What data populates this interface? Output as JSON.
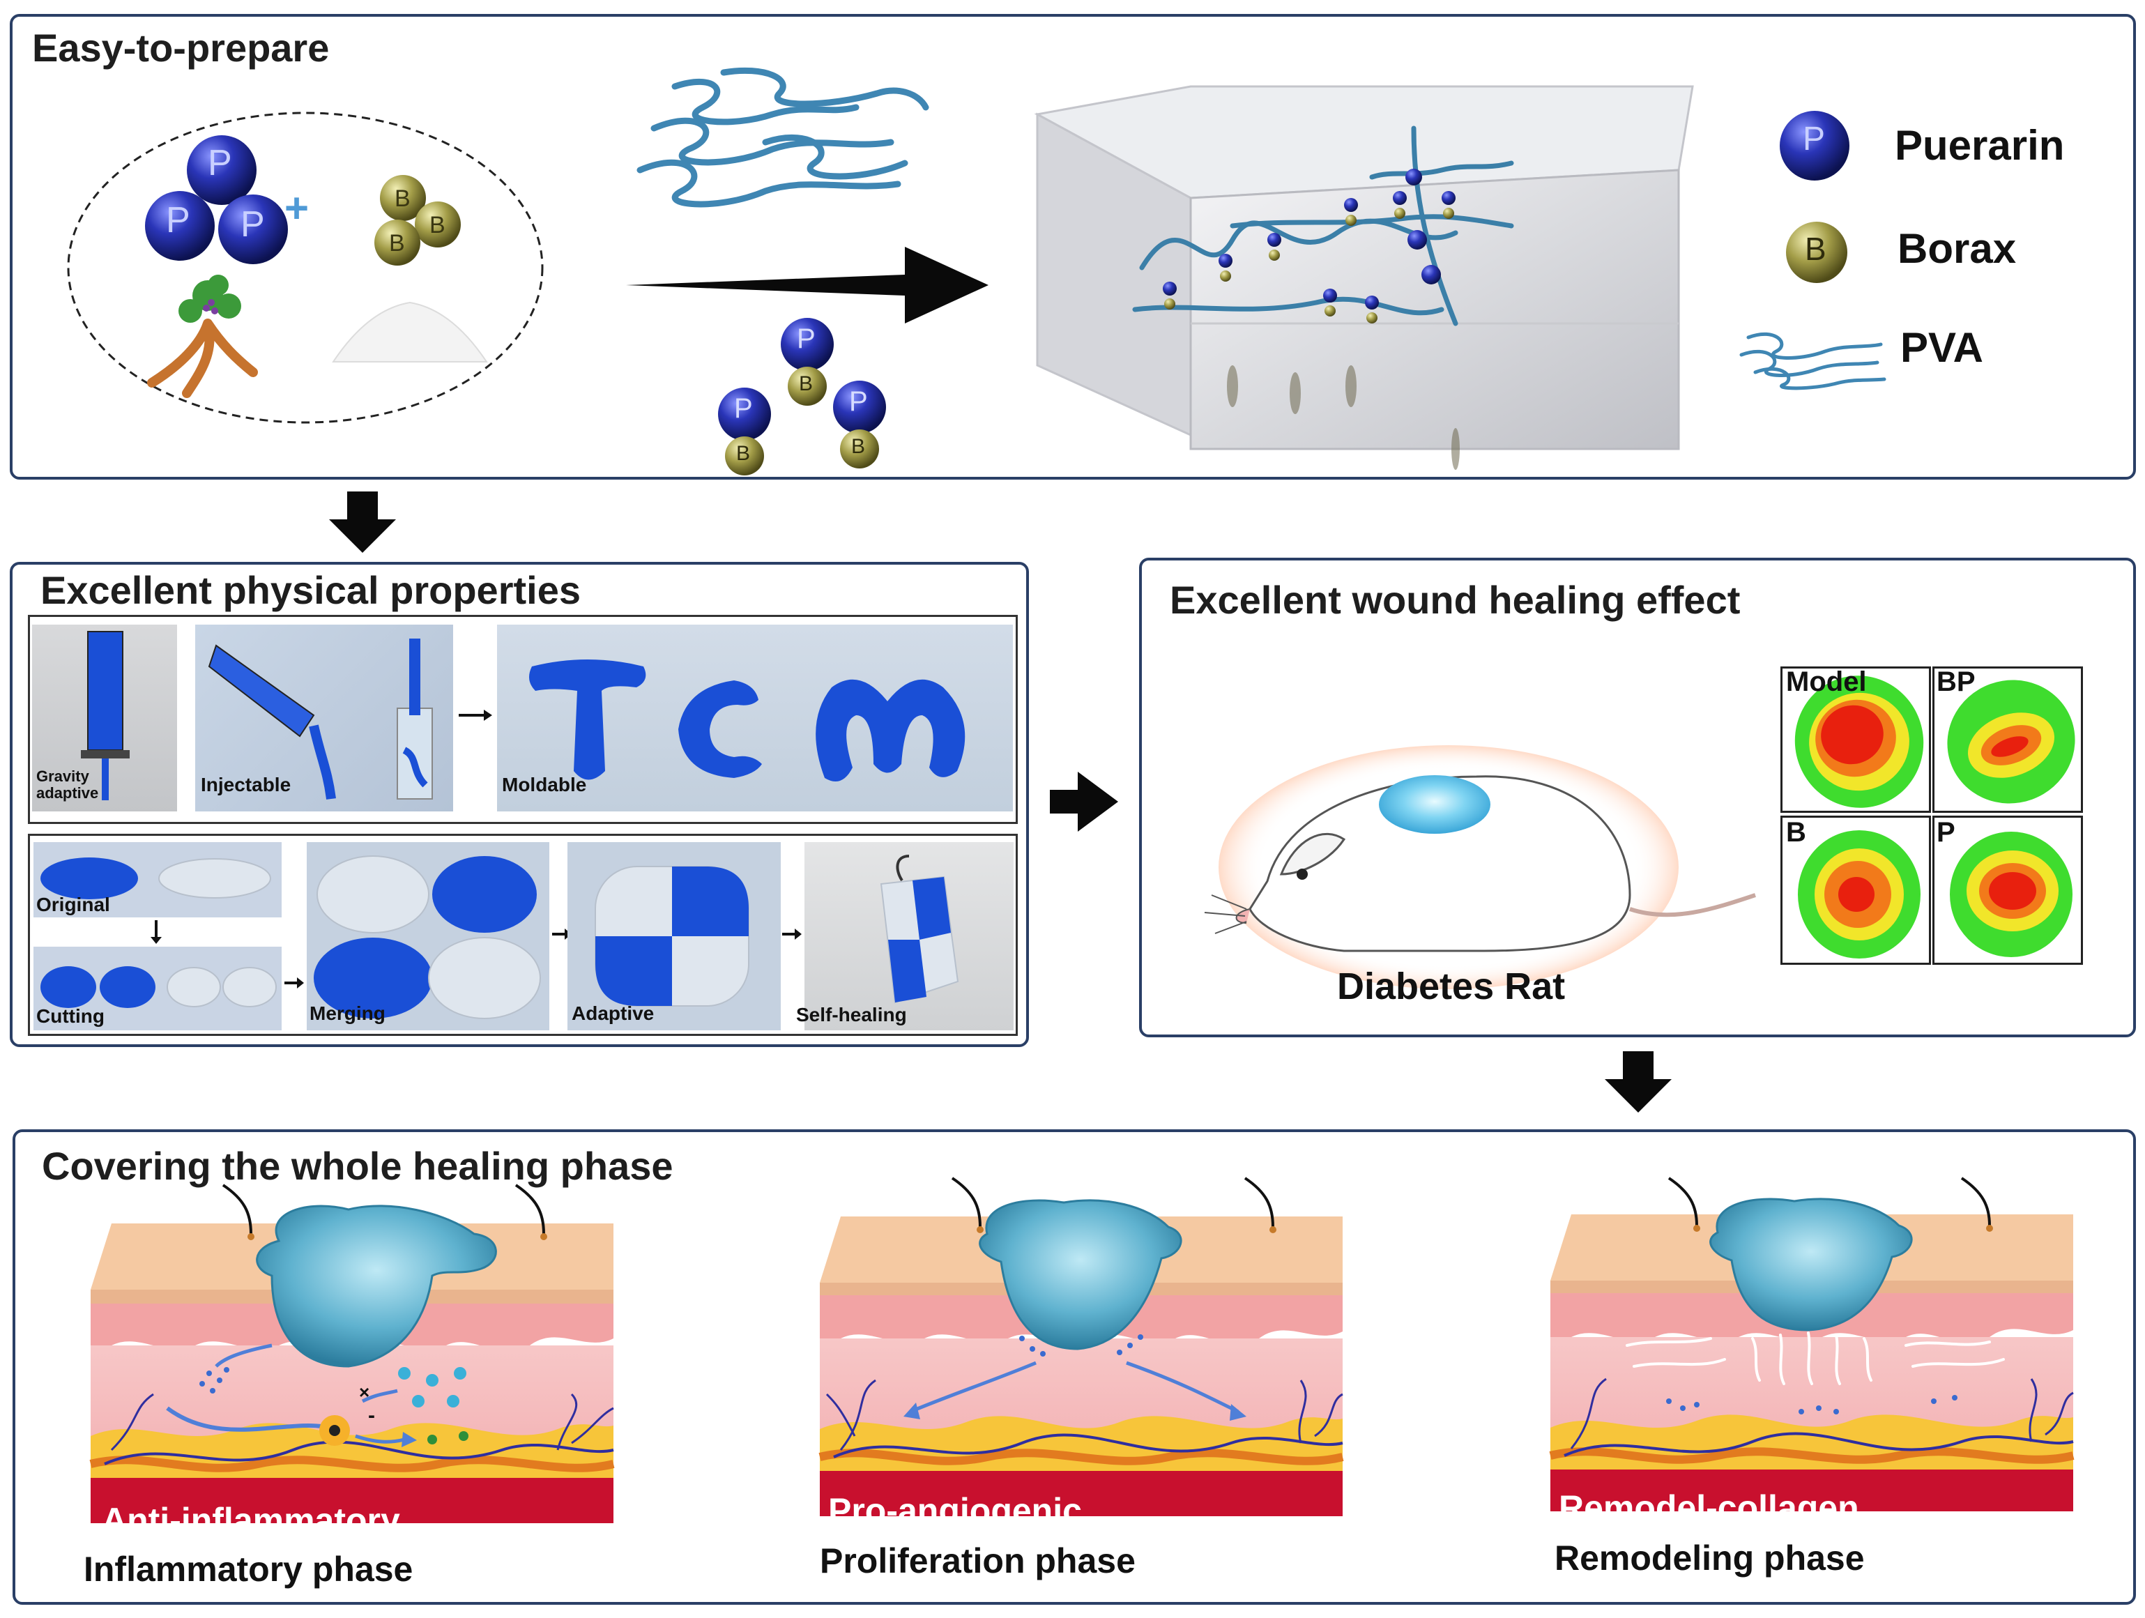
{
  "panels": {
    "prepare": {
      "title": "Easy-to-prepare"
    },
    "physical": {
      "title": "Excellent physical properties"
    },
    "wound": {
      "title": "Excellent wound healing effect"
    },
    "phase": {
      "title": "Covering the whole healing phase"
    }
  },
  "legend": {
    "puerarin": "Puerarin",
    "borax": "Borax",
    "pva": "PVA",
    "p_symbol": "P",
    "b_symbol": "B"
  },
  "physical": {
    "gravity": "Gravity adaptive",
    "injectable": "Injectable",
    "moldable": "Moldable",
    "tcm": "TCM",
    "original": "Original",
    "cutting": "Cutting",
    "merging": "Merging",
    "adaptive": "Adaptive",
    "self_healing": "Self-healing"
  },
  "wound": {
    "rat_label": "Diabetes Rat",
    "heatmaps": [
      "Model",
      "BP",
      "B",
      "P"
    ]
  },
  "phases": [
    {
      "effect": "Anti-inflammatory",
      "phase": "Inflammatory phase"
    },
    {
      "effect": "Pro-angiogenic",
      "phase": "Proliferation phase"
    },
    {
      "effect": "Remodel-collagen",
      "phase": "Remodeling phase"
    }
  ],
  "colors": {
    "panel_border": "#2a3f66",
    "puerarin_blue": "#1c2a9c",
    "borax_olive": "#8c8a3a",
    "pva_blue": "#3a86b8",
    "gel_blue": "#1a4fd6",
    "tissue_red": "#c8102e"
  }
}
